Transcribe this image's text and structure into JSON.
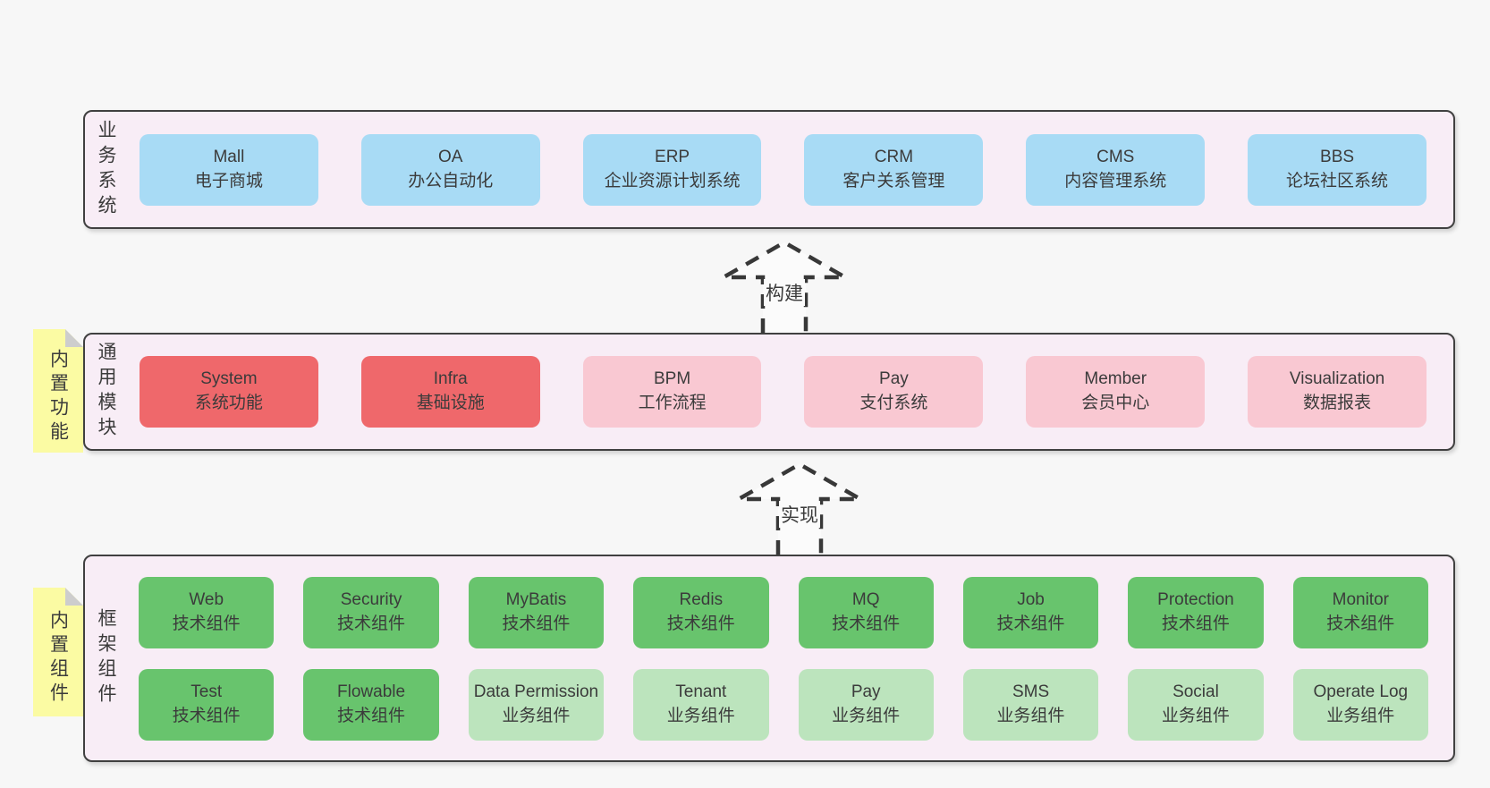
{
  "colors": {
    "page_bg": "#f7f7f7",
    "layer_bg": "#f8edf6",
    "layer_border": "#404040",
    "text": "#3b3b3b",
    "blue_box": "#a8dbf5",
    "red_box": "#ef686b",
    "pink_box": "#f9c8d2",
    "green_box": "#68c46d",
    "light_green_box": "#bce4bd",
    "note_yellow": "#fbfba3",
    "note_fold_gray": "#cdcdcd",
    "arrow_dash": "#383838"
  },
  "arrows": [
    {
      "label": "构建"
    },
    {
      "label": "实现"
    }
  ],
  "notes": [
    {
      "label": "内置功能"
    },
    {
      "label": "内置组件"
    }
  ],
  "layers": [
    {
      "label": "业务系统",
      "boxes": [
        {
          "name": "Mall",
          "desc": "电子商城"
        },
        {
          "name": "OA",
          "desc": "办公自动化"
        },
        {
          "name": "ERP",
          "desc": "企业资源计划系统"
        },
        {
          "name": "CRM",
          "desc": "客户关系管理"
        },
        {
          "name": "CMS",
          "desc": "内容管理系统"
        },
        {
          "name": "BBS",
          "desc": "论坛社区系统"
        }
      ]
    },
    {
      "label": "通用模块",
      "boxes": [
        {
          "name": "System",
          "desc": "系统功能"
        },
        {
          "name": "Infra",
          "desc": "基础设施"
        },
        {
          "name": "BPM",
          "desc": "工作流程"
        },
        {
          "name": "Pay",
          "desc": "支付系统"
        },
        {
          "name": "Member",
          "desc": "会员中心"
        },
        {
          "name": "Visualization",
          "desc": "数据报表"
        }
      ]
    },
    {
      "label": "框架组件",
      "rows": [
        [
          {
            "name": "Web",
            "desc": "技术组件"
          },
          {
            "name": "Security",
            "desc": "技术组件"
          },
          {
            "name": "MyBatis",
            "desc": "技术组件"
          },
          {
            "name": "Redis",
            "desc": "技术组件"
          },
          {
            "name": "MQ",
            "desc": "技术组件"
          },
          {
            "name": "Job",
            "desc": "技术组件"
          },
          {
            "name": "Protection",
            "desc": "技术组件"
          },
          {
            "name": "Monitor",
            "desc": "技术组件"
          }
        ],
        [
          {
            "name": "Test",
            "desc": "技术组件"
          },
          {
            "name": "Flowable",
            "desc": "技术组件"
          },
          {
            "name": "Data Permission",
            "desc": "业务组件"
          },
          {
            "name": "Tenant",
            "desc": "业务组件"
          },
          {
            "name": "Pay",
            "desc": "业务组件"
          },
          {
            "name": "SMS",
            "desc": "业务组件"
          },
          {
            "name": "Social",
            "desc": "业务组件"
          },
          {
            "name": "Operate Log",
            "desc": "业务组件"
          }
        ]
      ]
    }
  ]
}
